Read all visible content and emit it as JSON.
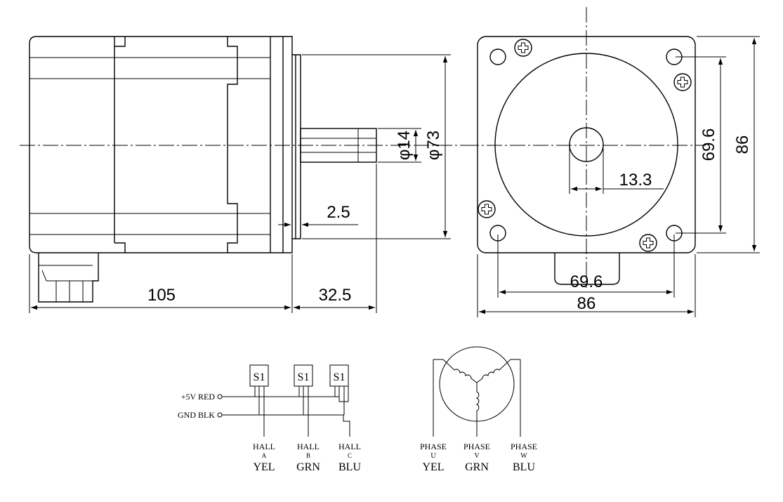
{
  "dimensions": {
    "body_length": "105",
    "shaft_length": "32.5",
    "flange_thickness": "2.5",
    "shaft_diameter": "φ14",
    "pilot_diameter": "φ73",
    "flat_width": "13.3",
    "bolt_spacing_vertical": "69.6",
    "flange_height": "86",
    "bolt_spacing_horizontal": "69.6",
    "flange_width": "86"
  },
  "hall_circuit": {
    "sensor_label": "S1",
    "supply_label": "+5V RED",
    "ground_label": "GND BLK",
    "outputs": [
      {
        "name": "HALL",
        "sub": "A",
        "color": "YEL"
      },
      {
        "name": "HALL",
        "sub": "B",
        "color": "GRN"
      },
      {
        "name": "HALL",
        "sub": "C",
        "color": "BLU"
      }
    ]
  },
  "winding_circuit": {
    "phases": [
      {
        "name": "PHASE",
        "sub": "U",
        "color": "YEL"
      },
      {
        "name": "PHASE",
        "sub": "V",
        "color": "GRN"
      },
      {
        "name": "PHASE",
        "sub": "W",
        "color": "BLU"
      }
    ]
  }
}
